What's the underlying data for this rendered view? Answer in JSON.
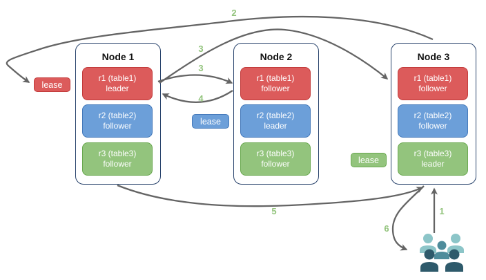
{
  "diagram": {
    "nodes": [
      {
        "title": "Node 1",
        "replicas": [
          {
            "name": "r1 (table1)",
            "role": "leader",
            "color": "#DC5B5B"
          },
          {
            "name": "r2 (table2)",
            "role": "follower",
            "color": "#6C9FD9"
          },
          {
            "name": "r3 (table3)",
            "role": "follower",
            "color": "#93C47D"
          }
        ]
      },
      {
        "title": "Node 2",
        "replicas": [
          {
            "name": "r1 (table1)",
            "role": "follower",
            "color": "#DC5B5B"
          },
          {
            "name": "r2 (table2)",
            "role": "leader",
            "color": "#6C9FD9"
          },
          {
            "name": "r3 (table3)",
            "role": "follower",
            "color": "#93C47D"
          }
        ]
      },
      {
        "title": "Node 3",
        "replicas": [
          {
            "name": "r1 (table1)",
            "role": "follower",
            "color": "#DC5B5B"
          },
          {
            "name": "r2 (table2)",
            "role": "follower",
            "color": "#6C9FD9"
          },
          {
            "name": "r3 (table3)",
            "role": "leader",
            "color": "#93C47D"
          }
        ]
      }
    ],
    "leases": {
      "red": {
        "label": "lease",
        "fill": "#DC5B5B",
        "border": "#C23B3B"
      },
      "blue": {
        "label": "lease",
        "fill": "#6C9FD9",
        "border": "#4479BA"
      },
      "green": {
        "label": "lease",
        "fill": "#93C47D",
        "border": "#69A84F"
      }
    },
    "steps": {
      "s1": "1",
      "s2": "2",
      "s3a": "3",
      "s3b": "3",
      "s4": "4",
      "s5": "5",
      "s6": "6"
    },
    "colors": {
      "node_border": "#27426B",
      "arrow": "#646464",
      "step_label": "#93C47D",
      "users_light": "#8CC5C8",
      "users_mid": "#4E8C9B",
      "users_dark": "#2E5A6B"
    }
  }
}
